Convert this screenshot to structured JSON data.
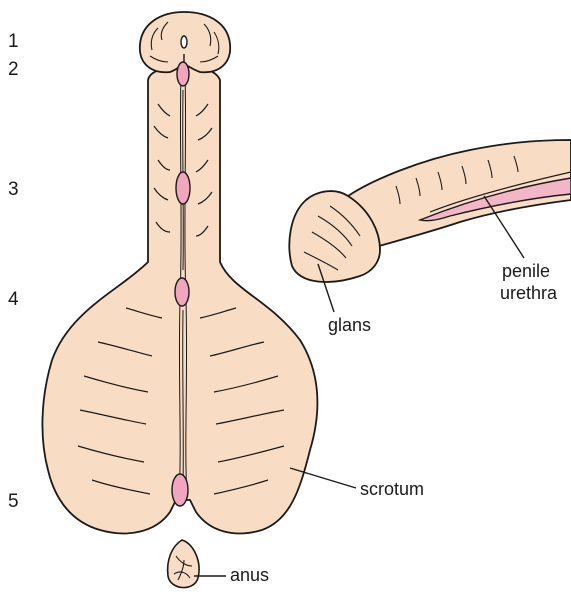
{
  "colors": {
    "skin": "#f9dcc4",
    "outline": "#1a1a1a",
    "urethra": "#f3b6c8",
    "site": "#f2a6bd",
    "background": "#ffffff"
  },
  "site_numbers": [
    "1",
    "2",
    "3",
    "4",
    "5"
  ],
  "labels": {
    "glans": "glans",
    "urethra_line1": "penile",
    "urethra_line2": "urethra",
    "scrotum": "scrotum",
    "anus": "anus"
  }
}
